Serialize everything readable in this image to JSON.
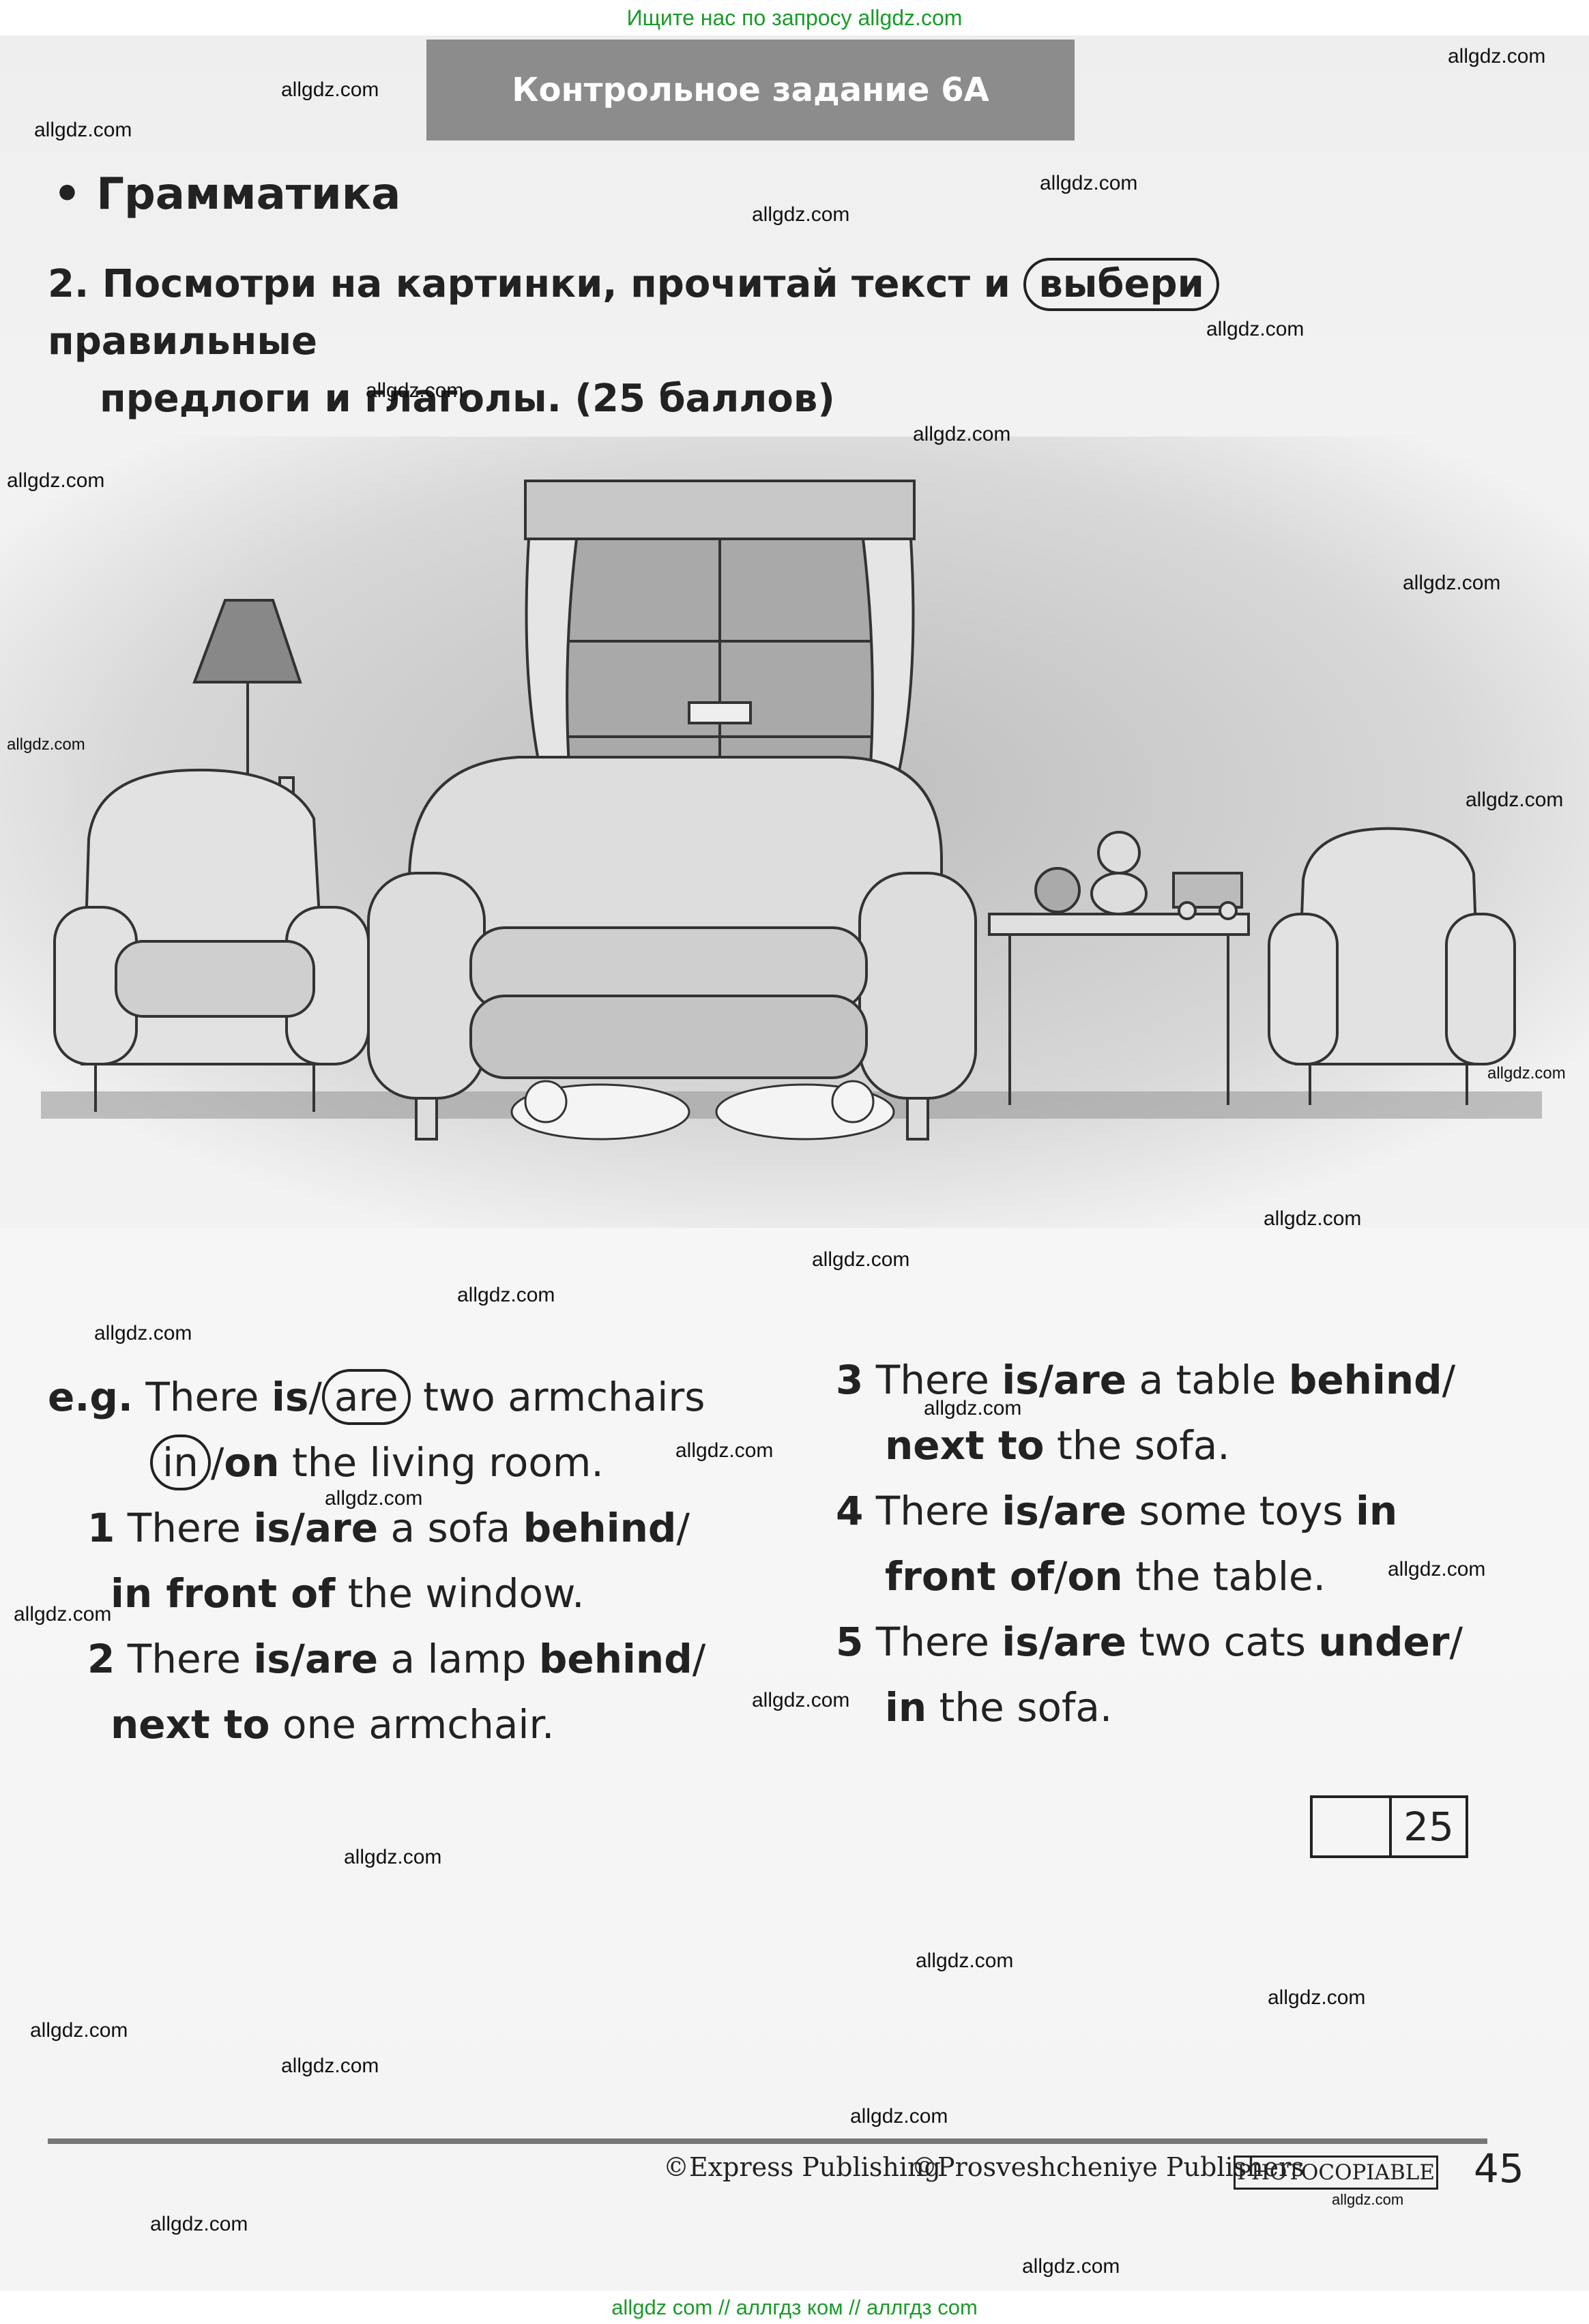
{
  "top_banner": "Ищите нас по запросу allgdz.com",
  "header_title": "Контрольное задание 6A",
  "section_title": "• Грамматика",
  "task": {
    "number": "2.",
    "line1_pre": "Посмотри на картинки, прочитай текст и",
    "line1_ring": "выбери",
    "line1_post": "правильные",
    "line2": "предлоги и глаголы. (25 баллов)"
  },
  "left_items": [
    {
      "num": "e.g.",
      "parts": [
        "There ",
        "is",
        "/",
        "are",
        " two armchairs"
      ],
      "line2": [
        "in",
        "/",
        "on",
        " the living room."
      ]
    },
    {
      "num": "1",
      "line1": [
        "There ",
        "is/are",
        " a sofa ",
        "behind",
        "/"
      ],
      "line2": [
        "in front of",
        " the window."
      ]
    },
    {
      "num": "2",
      "line1": [
        "There ",
        "is/are",
        " a lamp ",
        "behind",
        "/"
      ],
      "line2": [
        "next to",
        " one armchair."
      ]
    }
  ],
  "right_items": [
    {
      "num": "3",
      "line1": [
        "There ",
        "is/are",
        " a table ",
        "behind",
        "/"
      ],
      "line2": [
        "next to",
        " the sofa."
      ]
    },
    {
      "num": "4",
      "line1": [
        "There ",
        "is/are",
        " some toys ",
        "in"
      ],
      "line2": [
        "front of",
        "/",
        "on",
        " the table."
      ]
    },
    {
      "num": "5",
      "line1": [
        "There ",
        "is/are",
        " two cats ",
        "under",
        "/"
      ],
      "line2": [
        "in",
        " the sofa."
      ]
    }
  ],
  "score": "25",
  "footer": {
    "publisher1": "©Express Publishing",
    "publisher2": "©Prosveshcheniye Publishers",
    "photocopiable": "PHOTOCOPIABLE",
    "page_number": "45"
  },
  "watermark": "allgdz.com",
  "bottom_banner": "allgdz com  //  аллгдз ком  //  аллгдз com"
}
